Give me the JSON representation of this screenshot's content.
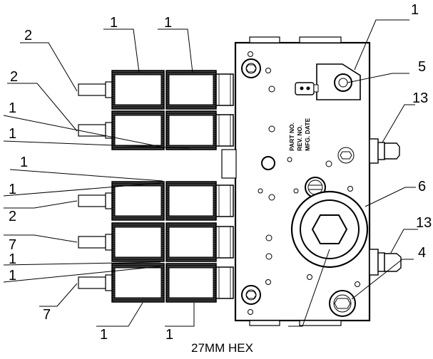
{
  "callouts": {
    "c1_top_left": "1",
    "c1_top_mid": "1",
    "c1_top_right": "1",
    "c2_top": "2",
    "c2_second": "2",
    "c1_row2a": "1",
    "c1_row2b": "1",
    "c1_mid_a": "1",
    "c1_mid_b": "1",
    "c2_mid": "2",
    "c7_upper": "7",
    "c1_low_a": "1",
    "c1_low_b": "1",
    "c7_lower": "7",
    "c1_bottom_a": "1",
    "c1_bottom_b": "1",
    "c5": "5",
    "c13_upper": "13",
    "c6": "6",
    "c13_lower": "13",
    "c4": "4"
  },
  "hex_note": "27MM HEX",
  "stamp_lines": [
    "PART NO.",
    "REV. NO.",
    "MFG. DATE"
  ]
}
